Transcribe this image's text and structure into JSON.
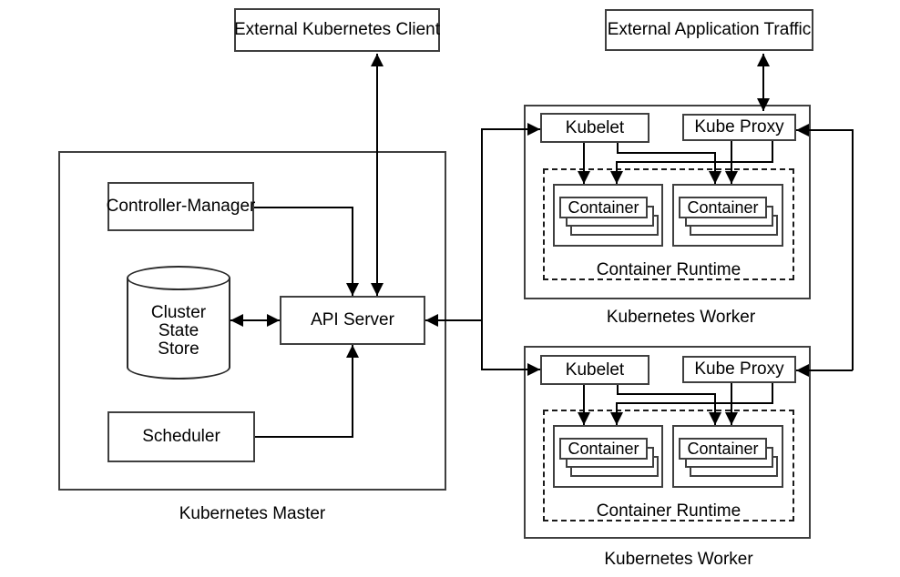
{
  "nodes": {
    "external_client": "External Kubernetes Client",
    "external_traffic": "External Application Traffic",
    "controller_manager": "Controller-Manager",
    "cluster_state_store": "Cluster\nState\nStore",
    "api_server": "API Server",
    "scheduler": "Scheduler",
    "master_label": "Kubernetes Master"
  },
  "workers": [
    {
      "label": "Kubernetes Worker",
      "kubelet": "Kubelet",
      "kube_proxy": "Kube Proxy",
      "runtime_label": "Container Runtime",
      "containers": [
        "Container",
        "Container"
      ]
    },
    {
      "label": "Kubernetes Worker",
      "kubelet": "Kubelet",
      "kube_proxy": "Kube Proxy",
      "runtime_label": "Container Runtime",
      "containers": [
        "Container",
        "Container"
      ]
    }
  ],
  "colors": {
    "line": "#000000",
    "box_border": "#3f3f3f",
    "background": "#ffffff",
    "text": "#000000"
  }
}
